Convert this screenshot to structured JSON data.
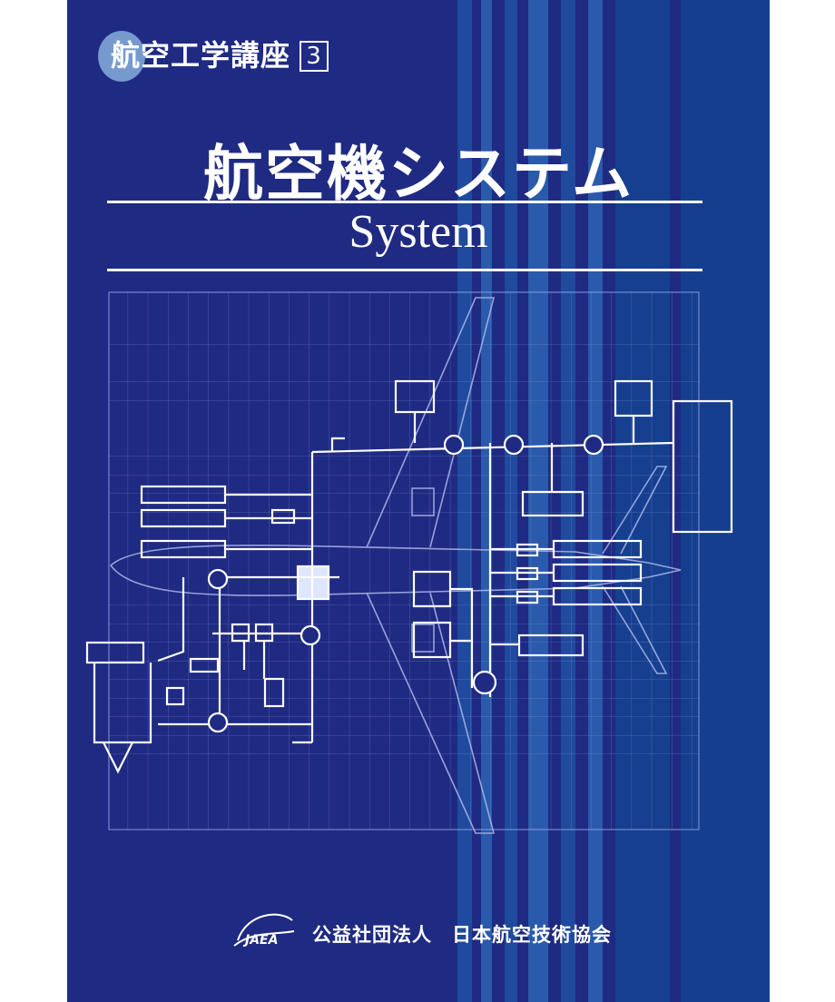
{
  "cover": {
    "series_label": "航空工学講座",
    "series_number": "3",
    "title": "航空機システム",
    "subtitle": "System",
    "publisher_type": "公益社団法人",
    "publisher_name": "日本航空技術協会",
    "logo_text": "JAEA"
  },
  "colors": {
    "background": "#1f2a82",
    "stripe_light": "#1f4a9e",
    "text": "#ffffff",
    "badge": "#7fa6d6"
  },
  "icons": {
    "logo": "jaea-logo-icon",
    "diagram": "aircraft-system-schematic-icon"
  }
}
